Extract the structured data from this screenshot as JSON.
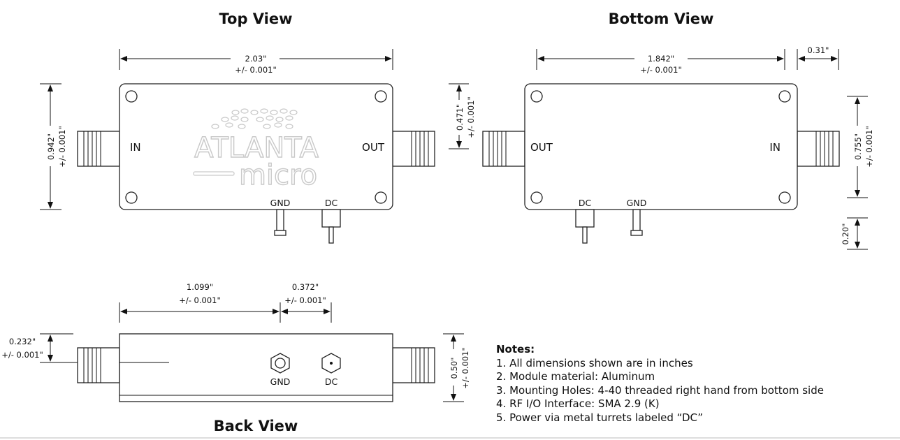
{
  "views": {
    "top_title": "Top View",
    "bottom_title": "Bottom View",
    "back_title": "Back View"
  },
  "top": {
    "width_dim": "2.03\"",
    "width_tol": "+/- 0.001\"",
    "height_dim": "0.942\"",
    "height_tol": "+/- 0.001\"",
    "offset_dim": "0.471\"",
    "offset_tol": "+/- 0.001\"",
    "in_label": "IN",
    "out_label": "OUT",
    "gnd_label": "GND",
    "dc_label": "DC",
    "logo_line1": "ATLANTA",
    "logo_line2": "micro"
  },
  "bottom": {
    "width_dim": "1.842\"",
    "width_tol": "+/- 0.001\"",
    "connector_dim": "0.31\"",
    "hole_dim": "0.755\"",
    "hole_tol": "+/- 0.001\"",
    "turret_dim": "0.20\"",
    "out_label": "OUT",
    "in_label": "IN",
    "dc_label": "DC",
    "gnd_label": "GND"
  },
  "back": {
    "dim1": "1.099\"",
    "dim1_tol": "+/- 0.001\"",
    "dim2": "0.372\"",
    "dim2_tol": "+/- 0.001\"",
    "left_dim": "0.232\"",
    "left_tol": "+/- 0.001\"",
    "height_dim": "0.50\"",
    "height_tol": "+/- 0.001\"",
    "gnd_label": "GND",
    "dc_label": "DC"
  },
  "notes": {
    "title": "Notes:",
    "items": [
      "1. All dimensions shown are in inches",
      "2. Module material: Aluminum",
      "3. Mounting Holes: 4-40 threaded right hand from bottom side",
      "4. RF I/O Interface: SMA 2.9 (K)",
      "5. Power via metal turrets labeled “DC”"
    ]
  }
}
